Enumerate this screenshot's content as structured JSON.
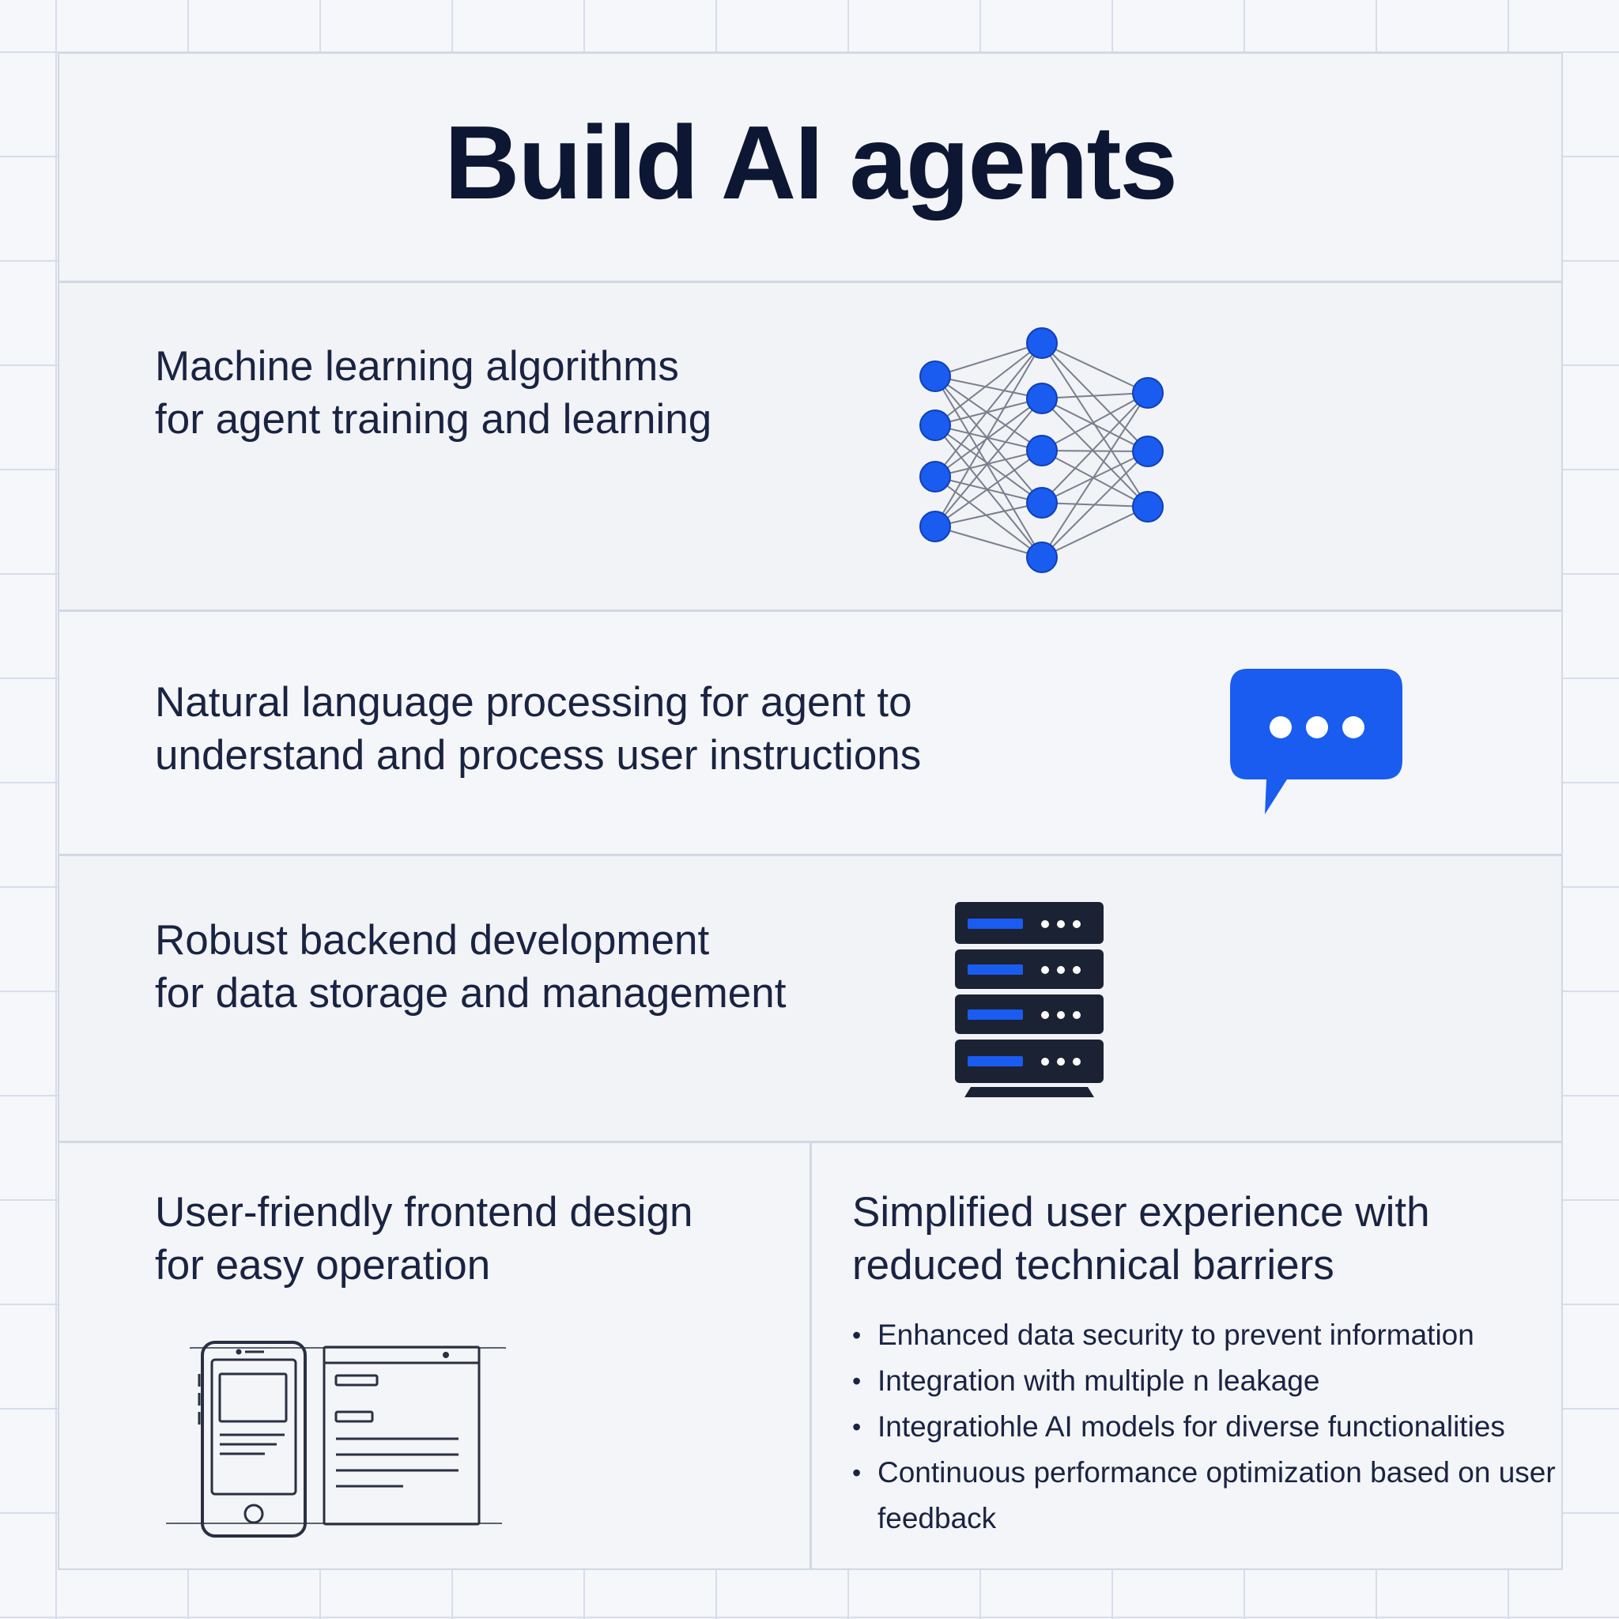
{
  "title": "Build AI agents",
  "sections": [
    {
      "text": "Machine learning algorithms\nfor agent training and learning",
      "icon": "neural-network-icon"
    },
    {
      "text": "Natural language processing for agent to\nunderstand and process user instructions",
      "icon": "chat-bubble-icon"
    },
    {
      "text": "Robust backend development\nfor data storage and management",
      "icon": "server-rack-icon"
    },
    {
      "text": "User-friendly frontend design\nfor easy operation",
      "icon": "phone-and-window-wireframe-icon"
    },
    {
      "text": "Simplified user experience with\nreduced technical barriers",
      "icon": ""
    }
  ],
  "bullets": [
    "Enhanced data security to prevent information",
    "Integration with multiple n leakage",
    "Integratiohle AI models for diverse functionalities",
    "Continuous performance optimization based on user feedback"
  ],
  "colors": {
    "accent": "#1a5cf0",
    "dark": "#1b2233",
    "text": "#1a2342"
  }
}
